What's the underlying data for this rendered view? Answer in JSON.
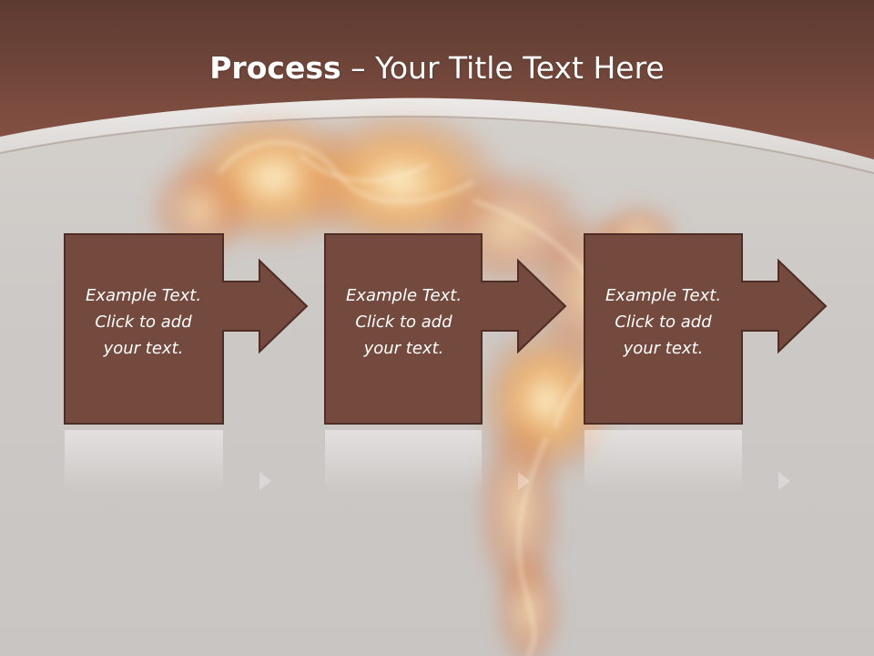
{
  "slide": {
    "title_bold": "Process",
    "title_separator": " – ",
    "title_rest": "Your Title Text Here"
  },
  "steps": [
    {
      "line1": "Example Text.",
      "line2": "Click  to add",
      "line3": "your text."
    },
    {
      "line1": "Example Text.",
      "line2": "Click  to add",
      "line3": "your text."
    },
    {
      "line1": "Example Text.",
      "line2": "Click  to add",
      "line3": "your text."
    }
  ],
  "colors": {
    "header_band": "#7a4a3c",
    "box_fill": "#744a3f",
    "box_stroke": "#5a3228",
    "background": "#cbc7c4"
  }
}
